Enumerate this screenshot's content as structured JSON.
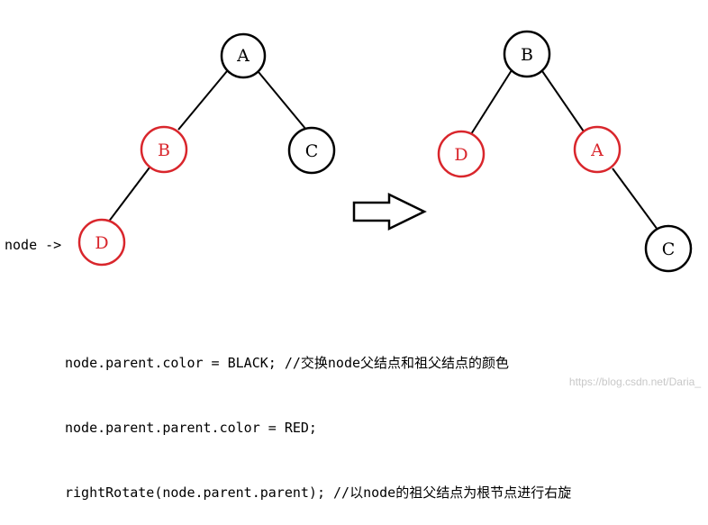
{
  "colors": {
    "black_node": "#000000",
    "red_node": "#d9262c",
    "edge": "#000000",
    "text": "#000000",
    "watermark": "#c8c8c8"
  },
  "before_tree": {
    "nodes": [
      {
        "id": "A",
        "label": "A",
        "color": "black"
      },
      {
        "id": "B",
        "label": "B",
        "color": "red"
      },
      {
        "id": "C",
        "label": "C",
        "color": "black"
      },
      {
        "id": "D",
        "label": "D",
        "color": "red"
      }
    ],
    "edges": [
      [
        "A",
        "B"
      ],
      [
        "A",
        "C"
      ],
      [
        "B",
        "D"
      ]
    ],
    "pointer": {
      "target": "D",
      "label": "node ->"
    }
  },
  "after_tree": {
    "nodes": [
      {
        "id": "B",
        "label": "B",
        "color": "black"
      },
      {
        "id": "D",
        "label": "D",
        "color": "red"
      },
      {
        "id": "A",
        "label": "A",
        "color": "red"
      },
      {
        "id": "C",
        "label": "C",
        "color": "black"
      }
    ],
    "edges": [
      [
        "B",
        "D"
      ],
      [
        "B",
        "A"
      ],
      [
        "A",
        "C"
      ]
    ]
  },
  "transition": {
    "icon": "right-arrow-icon"
  },
  "code": {
    "lines": [
      "node.parent.color = BLACK; //交换node父结点和祖父结点的颜色",
      "node.parent.parent.color = RED;",
      "rightRotate(node.parent.parent); //以node的祖父结点为根节点进行右旋"
    ]
  },
  "watermark": "https://blog.csdn.net/Daria_"
}
